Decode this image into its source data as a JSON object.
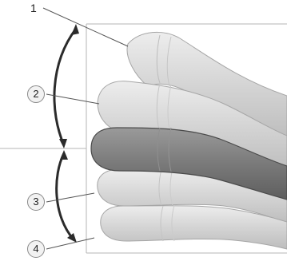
{
  "callouts": {
    "c1": "1",
    "c2": "2",
    "c3": "3",
    "c4": "4"
  },
  "colors": {
    "tube_light": "#d4d4d4",
    "tube_light_edge": "#a6a6a6",
    "tube_dark": "#7a7a7a",
    "tube_dark_edge": "#4a4a4a",
    "arrow": "#2b2b2b",
    "frame": "#b5b5b5",
    "leader": "#555555"
  }
}
